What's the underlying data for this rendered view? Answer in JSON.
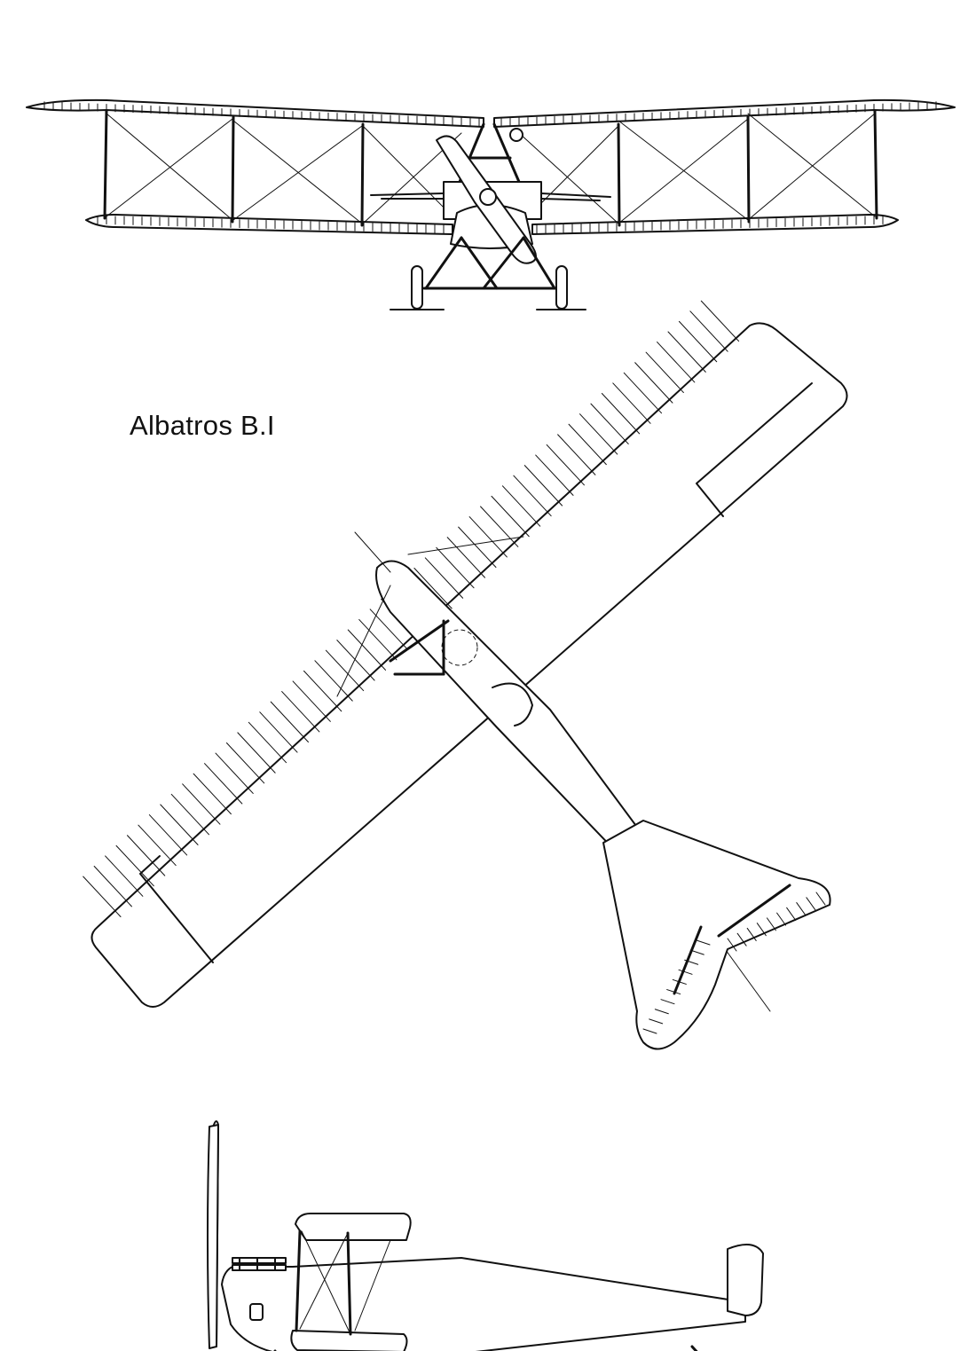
{
  "title": "Albatros B.I",
  "views": {
    "front": "front-view",
    "top": "top-view",
    "side": "side-view"
  }
}
